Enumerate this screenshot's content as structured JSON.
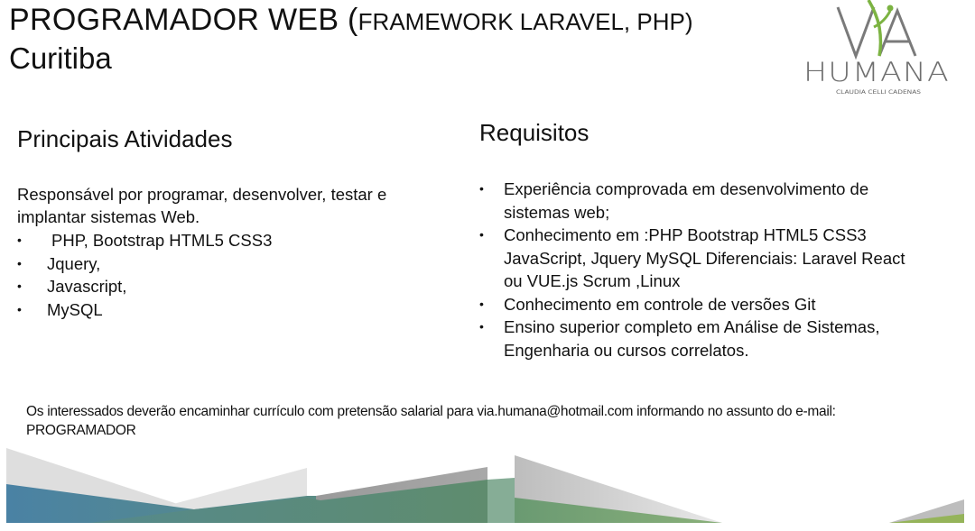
{
  "header": {
    "title_main": "PROGRAMADOR  WEB (",
    "title_small": "FRAMEWORK LARAVEL, PHP)",
    "location": "Curitiba"
  },
  "logo": {
    "brand_top": "VIA",
    "brand_bottom": "HUMANA",
    "tagline": "CLAUDIA CELLI CADENAS",
    "colors": {
      "gray": "#7a7a7a",
      "green": "#7cb342"
    }
  },
  "activities": {
    "title": "Principais Atividades",
    "intro": "Responsável por programar, desenvolver, testar e implantar sistemas Web.",
    "items": [
      {
        "label": "PHP, Bootstrap HTML5 CSS3"
      },
      {
        "label": "Jquery,"
      },
      {
        "label": "Javascript,"
      },
      {
        "label": "MySQL"
      }
    ]
  },
  "requirements": {
    "title": "Requisitos",
    "items": [
      {
        "label": "Experiência comprovada em desenvolvimento de sistemas web;"
      },
      {
        "label": "Conhecimento em :PHP Bootstrap HTML5 CSS3 JavaScript, Jquery MySQL Diferenciais: Laravel React ou VUE.js Scrum ,Linux"
      },
      {
        "label": "Conhecimento em controle de versões Git"
      },
      {
        "label": "Ensino superior completo em  Análise de Sistemas, Engenharia ou cursos correlatos."
      }
    ]
  },
  "footer": {
    "note": "Os interessados deverão encaminhar  currículo com pretensão salarial  para via.humana@hotmail.com informando no assunto do e-mail: PROGRAMADOR"
  },
  "bullet_glyph": "•",
  "decor_colors": {
    "blue": "#4a82a4",
    "teal": "#5a8c84",
    "green": "#7aa77a",
    "light_green": "#86ad96",
    "olive": "#95b45a",
    "light_gray": "#dcdcdc",
    "mid_gray": "#a9a9a9"
  }
}
